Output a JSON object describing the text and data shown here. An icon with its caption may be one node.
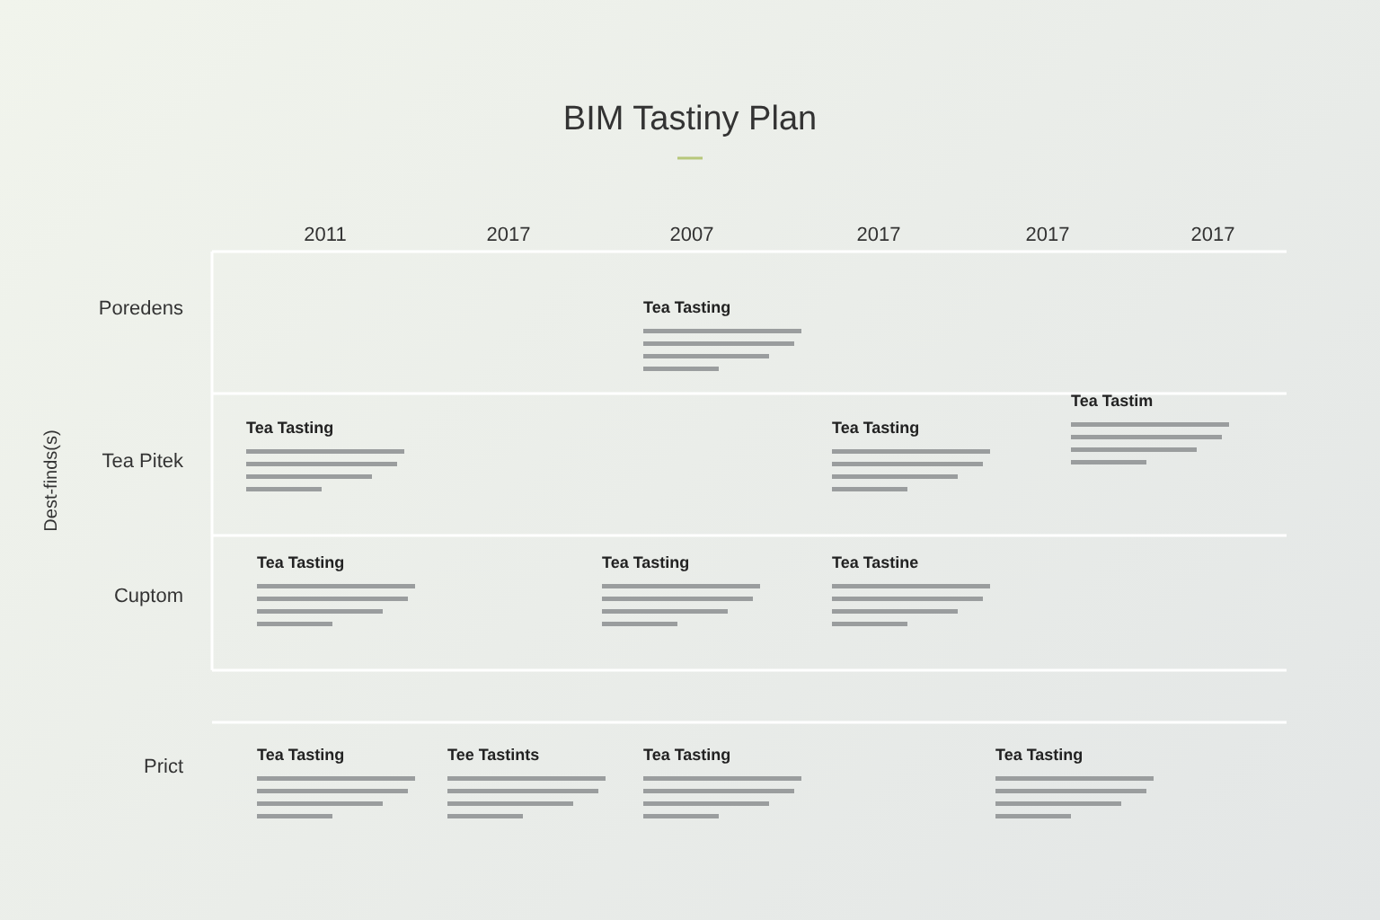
{
  "diagram": {
    "title": "BIM Tastiny Plan",
    "nodes": [
      {
        "text": [
          "Tea Tasting"
        ]
      },
      {
        "text": [
          "Tea Tasting"
        ]
      },
      {
        "text": [
          "Tea Tasting"
        ]
      },
      {
        "text": [
          "Tea Tastim"
        ]
      },
      {
        "text": [
          "Tea Tasting"
        ]
      },
      {
        "text": [
          "Tea Tasting"
        ]
      },
      {
        "text": [
          "Tea Tastine"
        ]
      },
      {
        "text": [
          "Tea Tasting"
        ]
      },
      {
        "text": [
          "Tee Tastints"
        ]
      },
      {
        "text": [
          "Tea Tasting"
        ]
      },
      {
        "text": [
          "Tea Tasting"
        ]
      }
    ],
    "edges": [],
    "labels": [
      "2011",
      "2017",
      "2007",
      "2017",
      "2017",
      "2017",
      "Poredens",
      "Tea Pitek",
      "Cuptom",
      "Prict",
      "Dest-finds(s)"
    ]
  }
}
